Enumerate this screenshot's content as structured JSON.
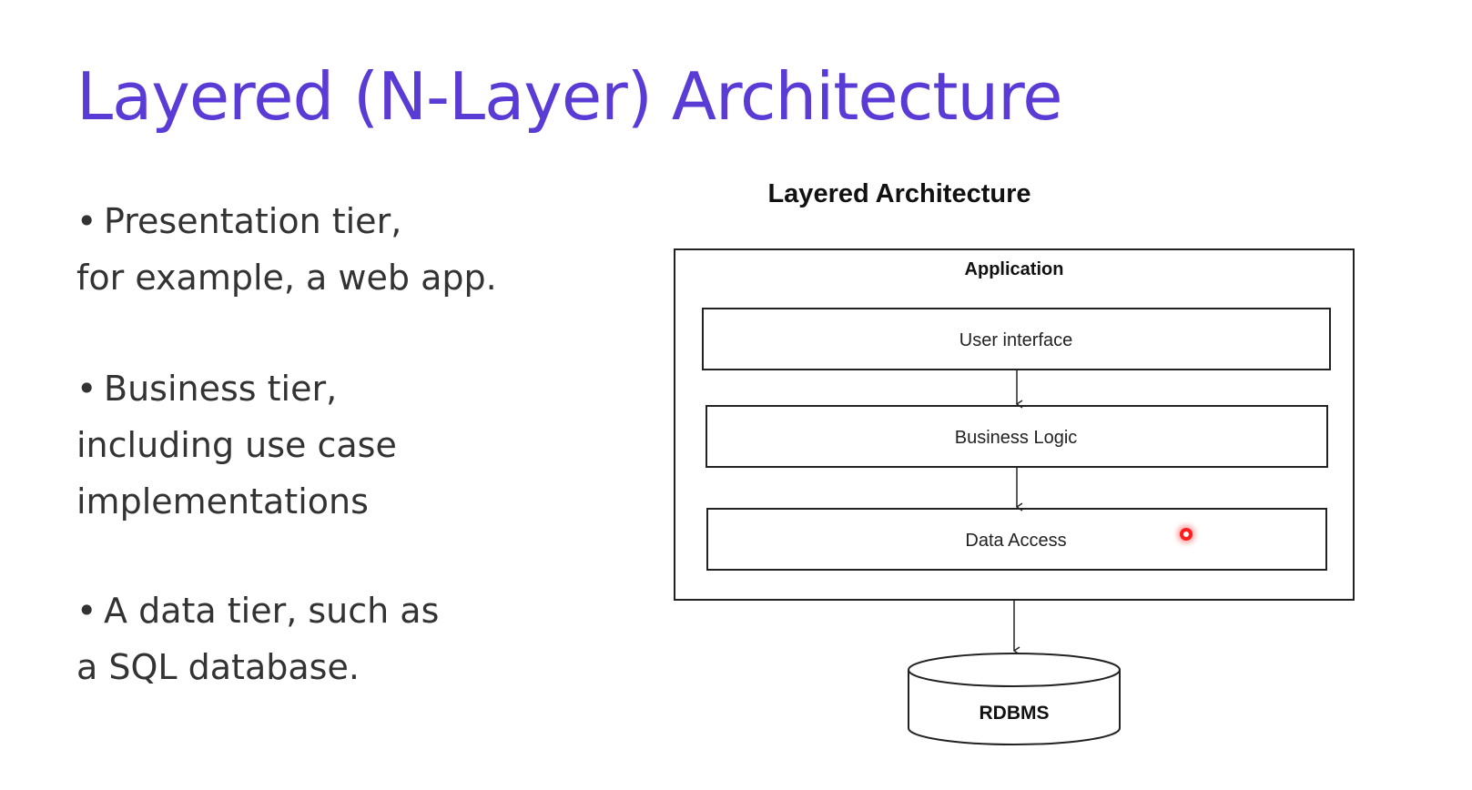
{
  "slide": {
    "title": "Layered (N-Layer) Architecture",
    "title_color": "#5a3bd6"
  },
  "bullets": [
    {
      "lines": [
        "Presentation tier,",
        "for example, a web app."
      ]
    },
    {
      "lines": [
        "Business tier,",
        "including use case",
        "implementations"
      ]
    },
    {
      "lines": [
        "A data tier, such as",
        "a SQL database."
      ]
    }
  ],
  "diagram": {
    "title": "Layered Architecture",
    "container_label": "Application",
    "layers": [
      {
        "label": "User interface"
      },
      {
        "label": "Business Logic"
      },
      {
        "label": "Data Access"
      }
    ],
    "database_label": "RDBMS"
  }
}
